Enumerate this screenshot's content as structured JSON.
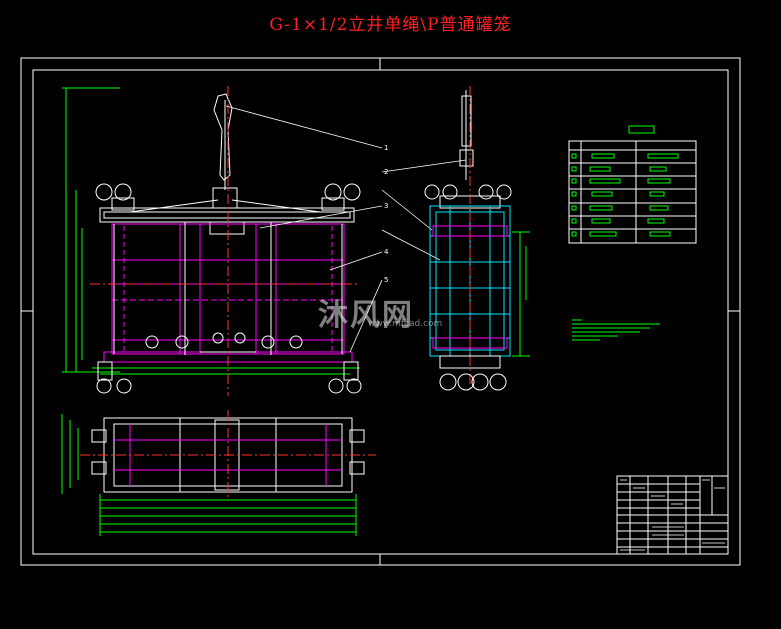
{
  "title": "G-1×1/2立井单绳\\P普通罐笼",
  "watermark": {
    "text": "沐风网",
    "url": "www.mfcad.com"
  },
  "callouts": [
    "1",
    "2",
    "3",
    "4",
    "5"
  ],
  "colors": {
    "background": "#000000",
    "frame": "#ffffff",
    "title": "#ff2020",
    "magenta": "#ff00ff",
    "green": "#00ff00",
    "cyan": "#00e5ff",
    "red": "#ff3030",
    "white": "#ffffff"
  }
}
